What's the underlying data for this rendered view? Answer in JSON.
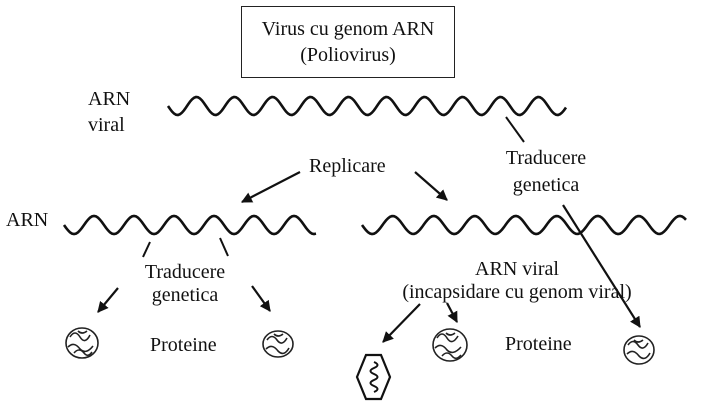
{
  "title": {
    "line1": "Virus cu genom ARN",
    "line2": "(Poliovirus)"
  },
  "labels": {
    "viral_rna_line1": "ARN",
    "viral_rna_line2": "viral",
    "replication": "Replicare",
    "translation_top_line1": "Traducere",
    "translation_top_line2": "genetica",
    "rna_left": "ARN",
    "translation_left_line1": "Traducere",
    "translation_left_line2": "genetica",
    "viral_rna_encaps_line1": "ARN viral",
    "viral_rna_encaps_line2": "(incapsidare cu genom viral)",
    "proteins_left": "Proteine",
    "proteins_right": "Proteine"
  },
  "icons": [
    "wavy-rna-strand",
    "protein-blob",
    "virion-capsid"
  ],
  "colors": {
    "ink": "#111111",
    "background": "#ffffff"
  }
}
